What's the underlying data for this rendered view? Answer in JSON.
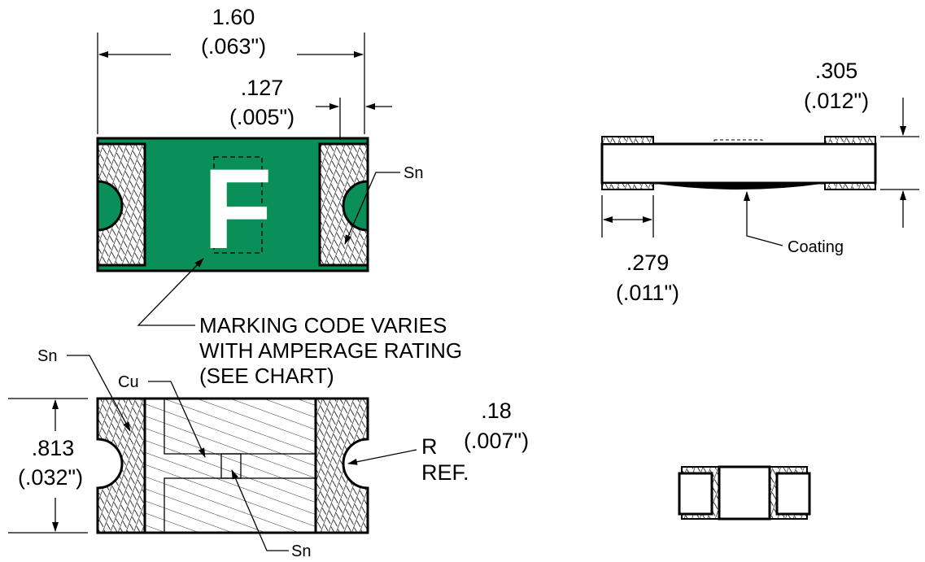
{
  "colors": {
    "body_green": "#0b8f58",
    "marking": "#ffffff",
    "outline": "#000000"
  },
  "top_view": {
    "length_mm": "1.60",
    "length_in": "(.063\")",
    "band_mm": ".127",
    "band_in": "(.005\")",
    "marking_code": "F",
    "terminal_label": "Sn"
  },
  "note": {
    "line1": "MARKING CODE VARIES",
    "line2": "WITH AMPERAGE RATING",
    "line3": "(SEE CHART)"
  },
  "bottom_view": {
    "sn_label_top": "Sn",
    "cu_label": "Cu",
    "sn_label_bottom": "Sn",
    "width_mm": ".813",
    "width_in": "(.032\")",
    "radius_mm": ".18",
    "radius_in": "(.007\")",
    "radius_label": "R",
    "ref_label": "REF."
  },
  "side_view": {
    "thickness_mm": ".305",
    "thickness_in": "(.012\")",
    "terminal_mm": ".279",
    "terminal_in": "(.011\")",
    "coating_label": "Coating"
  }
}
